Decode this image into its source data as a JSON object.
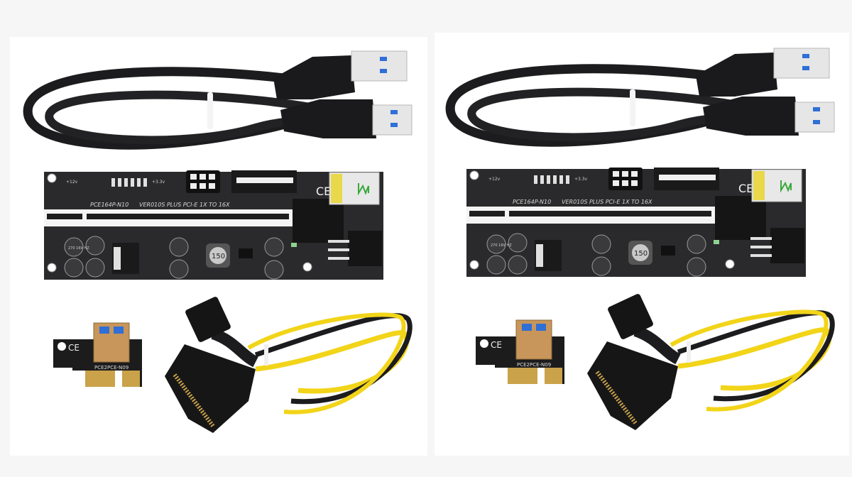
{
  "product": {
    "riser_board": {
      "model": "PCE164P-N10",
      "version": "VER010S PLUS PCI-E 1X TO 16X",
      "label_12v": "+12v",
      "label_33v": "+3.3v",
      "inductor": "150",
      "capacitor": "270 16V HZ",
      "ce_mark": "CE"
    },
    "adapter_card": {
      "model": "PCE2PCE-N09",
      "ce_mark": "CE"
    },
    "colors": {
      "pcb": "#2a2a2c",
      "cable": "#1c1c1e",
      "usb_blue": "#2f6fd6",
      "gold": "#c9a24a",
      "yellow_wire": "#f2d419"
    }
  }
}
